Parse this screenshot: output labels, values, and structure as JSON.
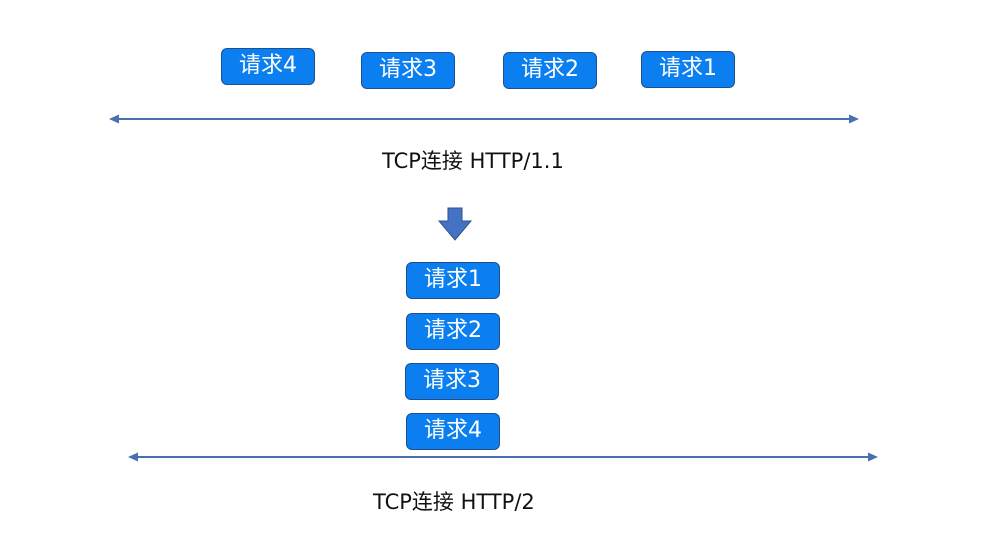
{
  "http11": {
    "requests": [
      "请求4",
      "请求3",
      "请求2",
      "请求1"
    ],
    "caption": "TCP连接 HTTP/1.1"
  },
  "http2": {
    "requests": [
      "请求1",
      "请求2",
      "请求3",
      "请求4"
    ],
    "caption": "TCP连接 HTTP/2"
  },
  "colors": {
    "box_fill": "#0b7fef",
    "box_border": "#1f4f8f",
    "line": "#4a6fb0",
    "arrow_fill": "#4472c4"
  }
}
